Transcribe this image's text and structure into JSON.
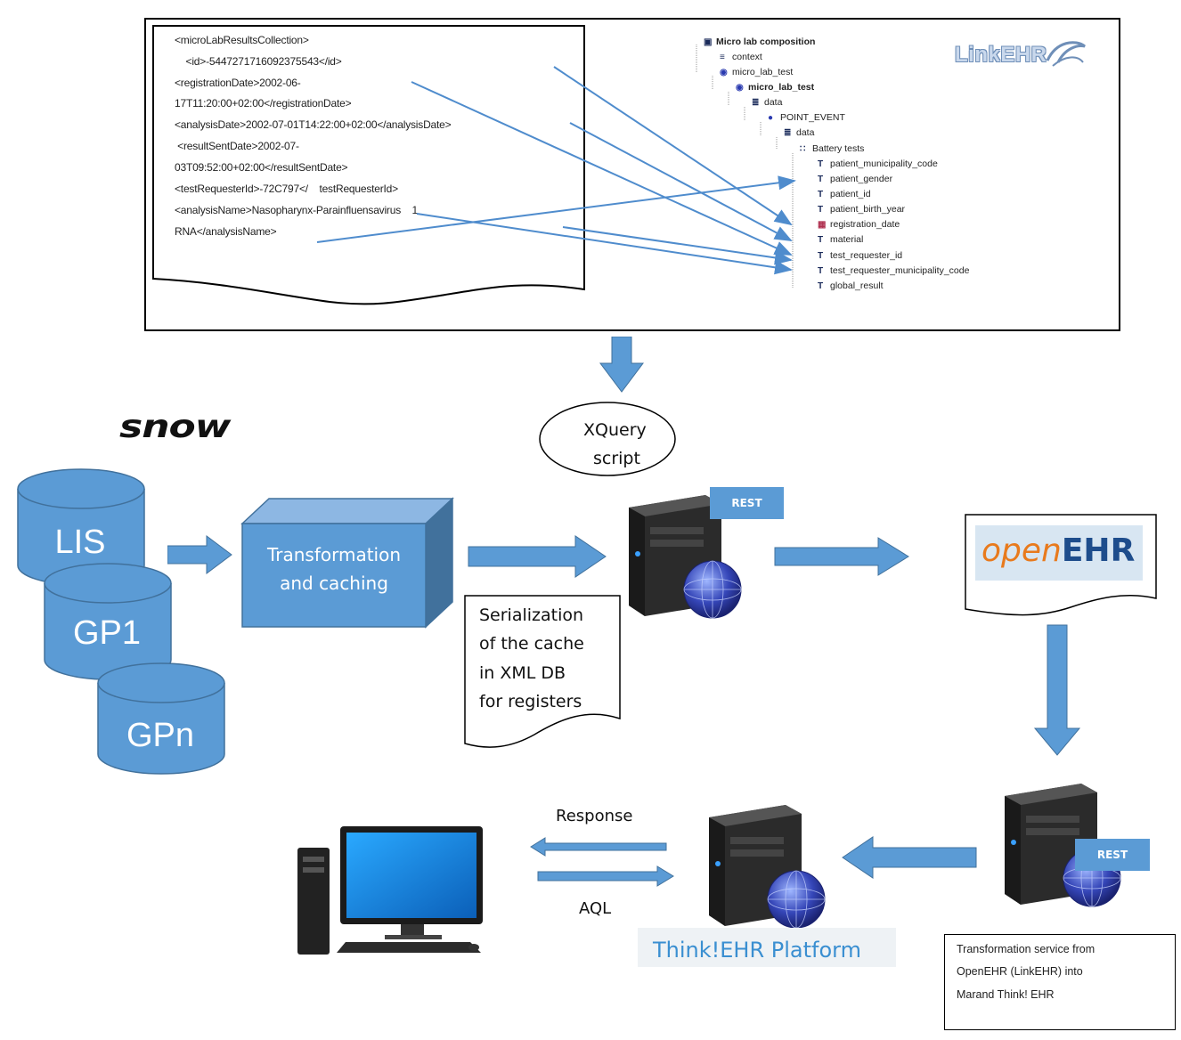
{
  "xml_snippet": {
    "lines": [
      "<microLabResultsCollection>",
      "    <id>-5447271716092375543</id>",
      "<registrationDate>2002-06-",
      "17T11:20:00+02:00</registrationDate>",
      "<analysisDate>2002-07-01T14:22:00+02:00</analysisDate>",
      " <resultSentDate>2002-07-",
      "03T09:52:00+02:00</resultSentDate>",
      "<testRequesterId>-72C797</    testRequesterId>",
      "<analysisName>Nasopharynx-Parainfluensavirus    1",
      "RNA</analysisName>"
    ]
  },
  "archetype_tree": {
    "items": [
      {
        "label": "Micro lab composition",
        "icon": "composition-icon",
        "bold": true
      },
      {
        "label": "context",
        "icon": "context-icon",
        "bold": false
      },
      {
        "label": "micro_lab_test",
        "icon": "observation-icon",
        "bold": false
      },
      {
        "label": "micro_lab_test",
        "icon": "observation-icon",
        "bold": true
      },
      {
        "label": "data",
        "icon": "data-icon",
        "bold": false
      },
      {
        "label": "POINT_EVENT",
        "icon": "event-icon",
        "bold": false
      },
      {
        "label": "data",
        "icon": "data-icon",
        "bold": false
      },
      {
        "label": "Battery tests",
        "icon": "cluster-icon",
        "bold": false
      },
      {
        "label": "patient_municipality_code",
        "icon": "text-element-icon",
        "bold": false
      },
      {
        "label": "patient_gender",
        "icon": "text-element-icon",
        "bold": false
      },
      {
        "label": "patient_id",
        "icon": "text-element-icon",
        "bold": false
      },
      {
        "label": "patient_birth_year",
        "icon": "text-element-icon",
        "bold": false
      },
      {
        "label": "registration_date",
        "icon": "date-element-icon",
        "bold": false
      },
      {
        "label": "material",
        "icon": "text-element-icon",
        "bold": false
      },
      {
        "label": "test_requester_id",
        "icon": "text-element-icon",
        "bold": false
      },
      {
        "label": "test_requester_municipality_code",
        "icon": "text-element-icon",
        "bold": false
      },
      {
        "label": "global_result",
        "icon": "text-element-icon",
        "bold": false
      }
    ],
    "element_glyph": "T"
  },
  "logos": {
    "linkehr": "LinkEHR",
    "snow": "snow",
    "openehr_open": "open",
    "openehr_ehr": "EHR",
    "thinkehr": "Think!EHR Platform"
  },
  "xquery": {
    "line1": "XQuery",
    "line2": "script"
  },
  "databases": [
    "LIS",
    "GP1",
    "GPn"
  ],
  "transformation_box": {
    "line1": "Transformation",
    "line2": "and caching"
  },
  "serialization_note": {
    "lines": [
      "Serialization",
      "of the cache",
      "in XML DB",
      "for registers"
    ]
  },
  "rest_label": "REST",
  "arrows": {
    "response": "Response",
    "aql": "AQL"
  },
  "transformation_service_note": {
    "lines": [
      "Transformation service from",
      "OpenEHR (LinkEHR) into",
      "Marand Think! EHR"
    ]
  },
  "colors": {
    "accent_blue": "#5b9bd5",
    "dark_blue": "#41719c",
    "arrow_line": "#4f8ccd",
    "openehr_orange": "#e87a1d",
    "openehr_blue": "#1e4d8c",
    "thinkehr_blue": "#3a8fd1"
  }
}
